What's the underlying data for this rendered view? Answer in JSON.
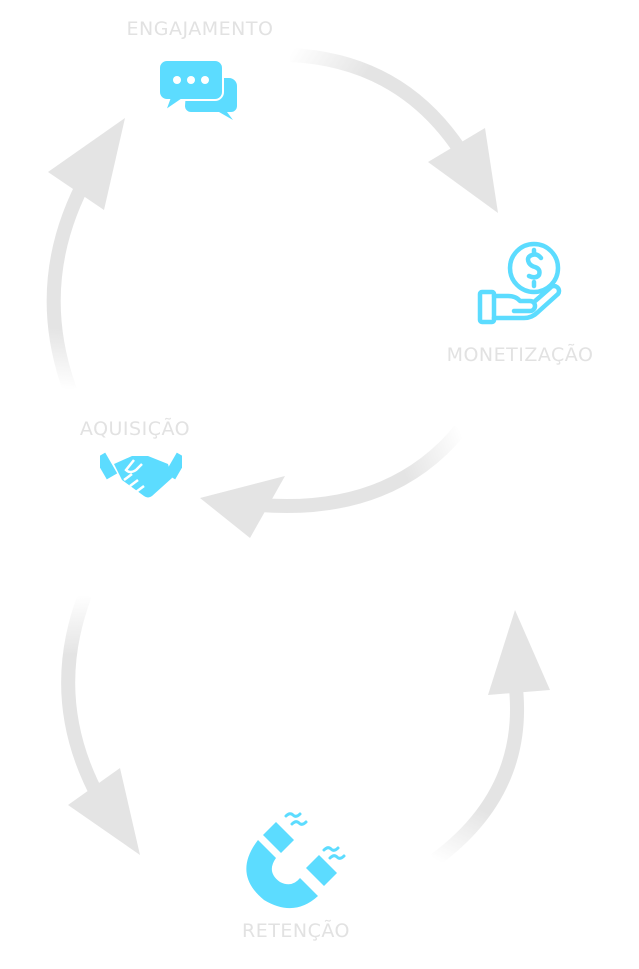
{
  "colors": {
    "icon": "#5cdcff",
    "label": "#e2e2e2",
    "arrow": "#e4e4e4"
  },
  "stages": {
    "engajamento": {
      "label": "ENGAJAMENTO",
      "icon": "chat-bubbles-icon"
    },
    "monetizacao": {
      "label": "MONETIZAÇÃO",
      "icon": "hand-coin-icon"
    },
    "aquisicao": {
      "label": "AQUISIÇÃO",
      "icon": "handshake-icon"
    },
    "retencao": {
      "label": "RETENÇÃO",
      "icon": "magnet-icon"
    }
  }
}
